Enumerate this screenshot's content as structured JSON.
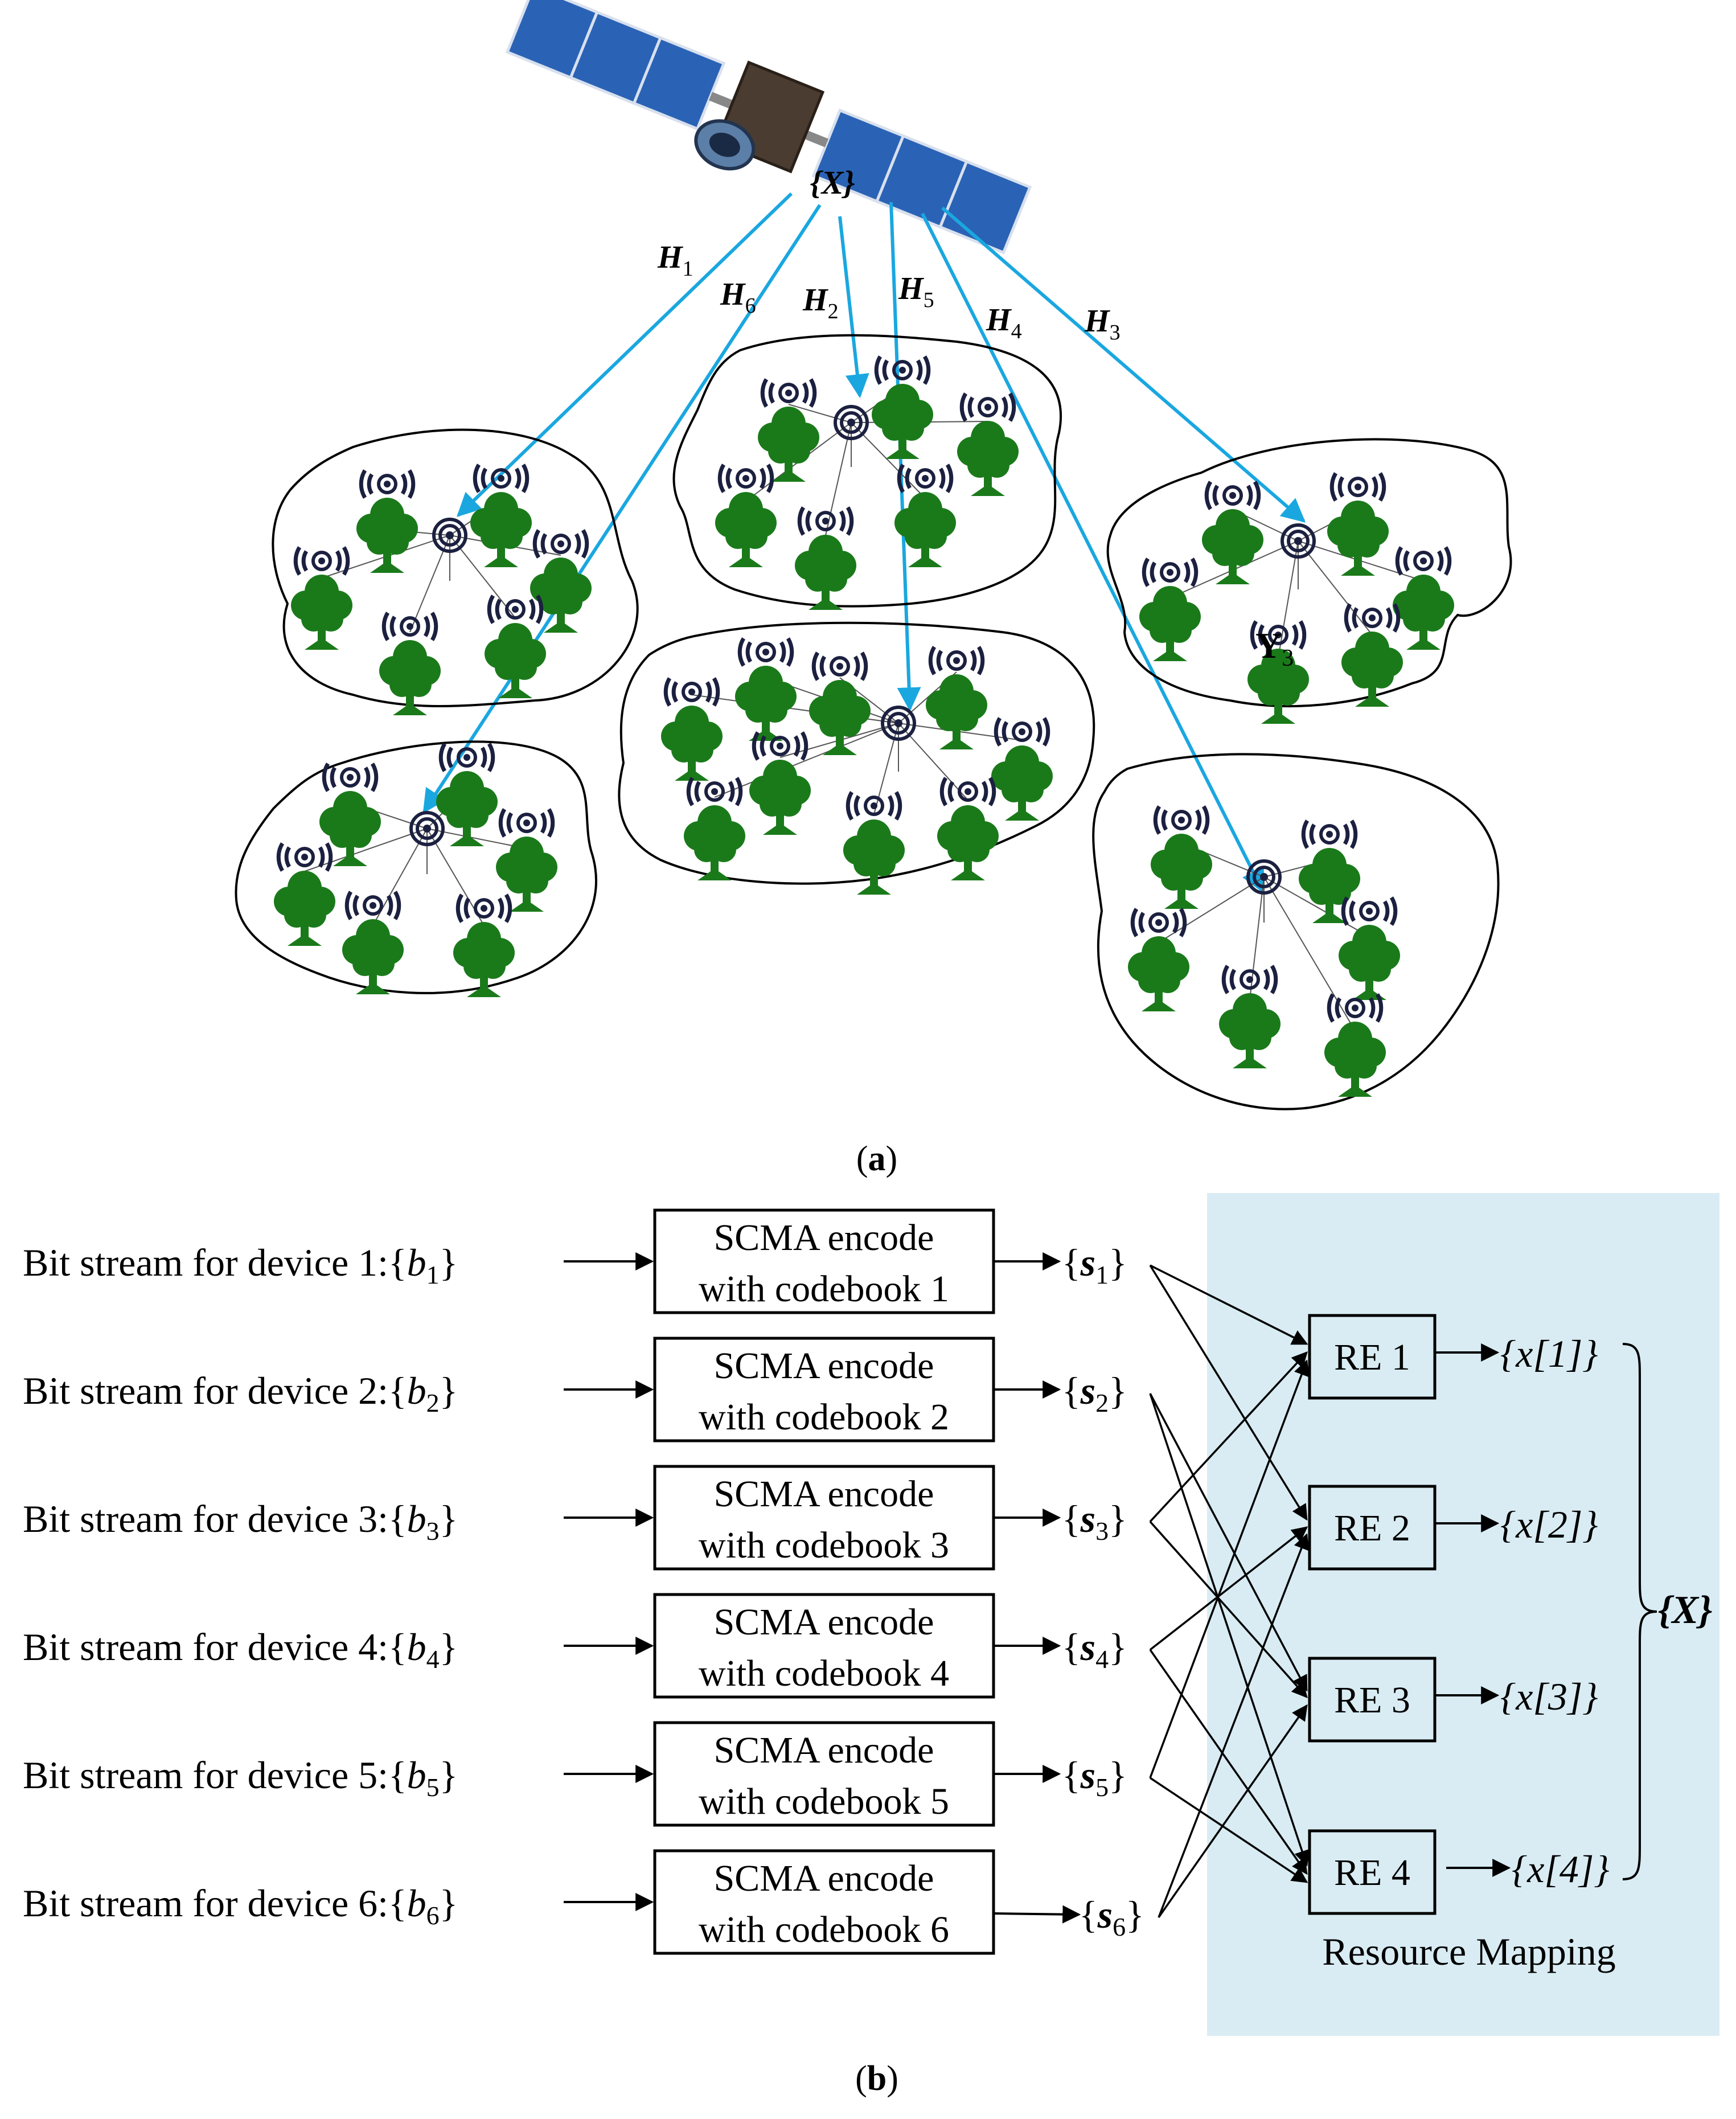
{
  "panel_a": {
    "caption_open": "(",
    "caption_letter": "a",
    "caption_close": ")",
    "signal_label": "{X}",
    "received_label": "Y",
    "received_sub": "3",
    "channels": [
      {
        "label": "H",
        "sub": "1"
      },
      {
        "label": "H",
        "sub": "6"
      },
      {
        "label": "H",
        "sub": "2"
      },
      {
        "label": "H",
        "sub": "5"
      },
      {
        "label": "H",
        "sub": "4"
      },
      {
        "label": "H",
        "sub": "3"
      }
    ]
  },
  "panel_b": {
    "caption_open": "(",
    "caption_letter": "b",
    "caption_close": ")",
    "region_label": "Resource Mapping",
    "output_label": "{X}",
    "devices": [
      {
        "prefix": "Bit stream for device 1:{",
        "sym": "b",
        "sub": "1",
        "close": "}",
        "enc1": "SCMA encode",
        "enc2": "with codebook 1",
        "s_sym": "s",
        "s_sub": "1"
      },
      {
        "prefix": "Bit stream for device 2:{",
        "sym": "b",
        "sub": "2",
        "close": "}",
        "enc1": "SCMA encode",
        "enc2": "with codebook 2",
        "s_sym": "s",
        "s_sub": "2"
      },
      {
        "prefix": "Bit stream for device 3:{",
        "sym": "b",
        "sub": "3",
        "close": "}",
        "enc1": "SCMA encode",
        "enc2": "with codebook 3",
        "s_sym": "s",
        "s_sub": "3"
      },
      {
        "prefix": "Bit stream for device 4:{",
        "sym": "b",
        "sub": "4",
        "close": "}",
        "enc1": "SCMA encode",
        "enc2": "with codebook 4",
        "s_sym": "s",
        "s_sub": "4"
      },
      {
        "prefix": "Bit stream for device 5:{",
        "sym": "b",
        "sub": "5",
        "close": "}",
        "enc1": "SCMA encode",
        "enc2": "with codebook 5",
        "s_sym": "s",
        "s_sub": "5"
      },
      {
        "prefix": "Bit stream for device 6:{",
        "sym": "b",
        "sub": "6",
        "close": "}",
        "enc1": "SCMA encode",
        "enc2": "with codebook 6",
        "s_sym": "s",
        "s_sub": "6"
      }
    ],
    "resources": [
      {
        "label": "RE 1",
        "out": "{x[1]}"
      },
      {
        "label": "RE 2",
        "out": "{x[2]}"
      },
      {
        "label": "RE 3",
        "out": "{x[3]}"
      },
      {
        "label": "RE 4",
        "out": "{x[4]}"
      }
    ]
  },
  "colors": {
    "channel_arrow": "#1aa7e0",
    "tree": "#1a7a1a",
    "signal_icon": "#1c2040",
    "mapping_bg": "#d9ecf3",
    "line": "#000000"
  }
}
